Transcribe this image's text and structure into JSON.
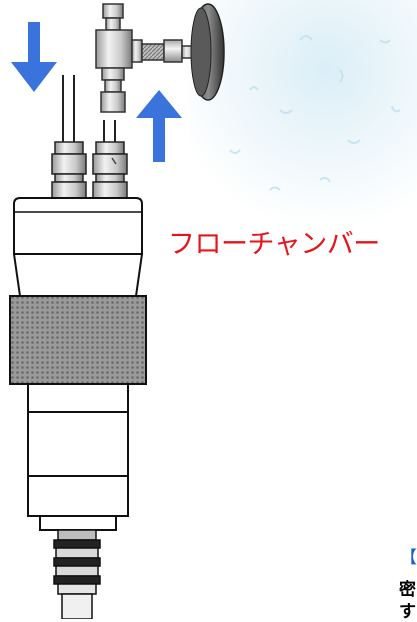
{
  "callout": {
    "label": "フローチャンバー",
    "color": "#e8141c"
  },
  "cutoff_text": {
    "bracket": "【",
    "line1": "密",
    "line2": "す"
  },
  "arrows": {
    "inflow": {
      "direction": "down",
      "color": "#3b73dd"
    },
    "outflow": {
      "direction": "up",
      "color": "#3b73dd"
    }
  },
  "components": [
    "flow-chamber",
    "tee-fitting",
    "pressure-gauge",
    "compression-fittings",
    "knurled-collar",
    "sensor-body",
    "cable-connector"
  ]
}
